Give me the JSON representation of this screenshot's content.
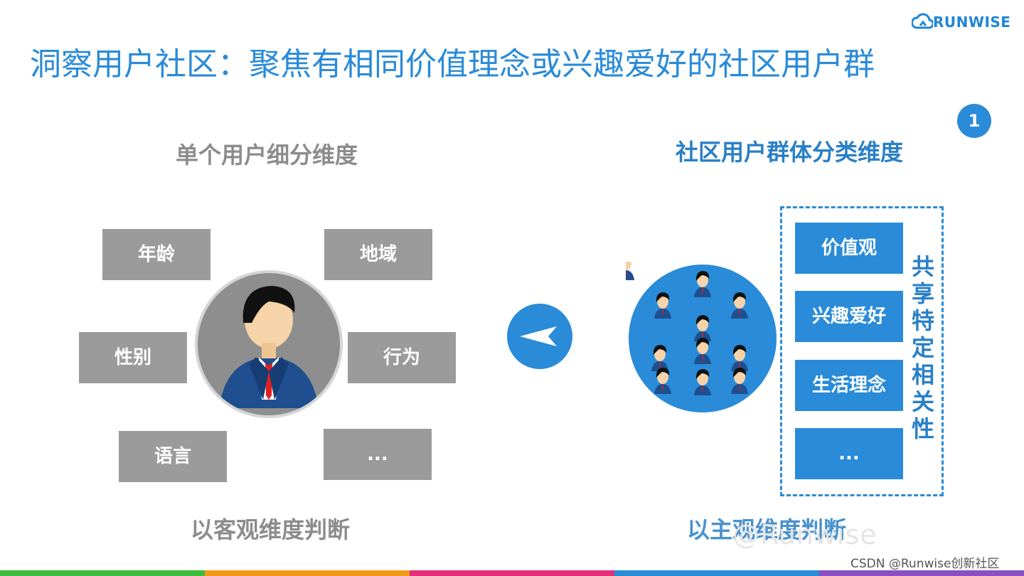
{
  "logo": {
    "text": "RUNWISE"
  },
  "title": "洞察用户社区：聚焦有相同价值理念或兴趣爱好的社区用户群",
  "badge": "1",
  "left_section": {
    "heading": "单个用户细分维度",
    "boxes": [
      "年龄",
      "地域",
      "性别",
      "行为",
      "语言",
      "..."
    ],
    "footer": "以客观维度判断"
  },
  "right_section": {
    "heading": "社区用户群体分类维度",
    "boxes": [
      "价值观",
      "兴趣爱好",
      "生活理念",
      "..."
    ],
    "vertical_label": "共享特定相关性",
    "footer": "以主观维度判断"
  },
  "watermark": "@Runwise",
  "credit": "CSDN @Runwise创新社区",
  "colors": {
    "accent_blue": "#2a8bd8",
    "gray_box": "#9b9b9b",
    "strip": [
      "#3dbb3d",
      "#f39a1b",
      "#e52f7a",
      "#2a8bd8",
      "#8a4fc1"
    ]
  }
}
